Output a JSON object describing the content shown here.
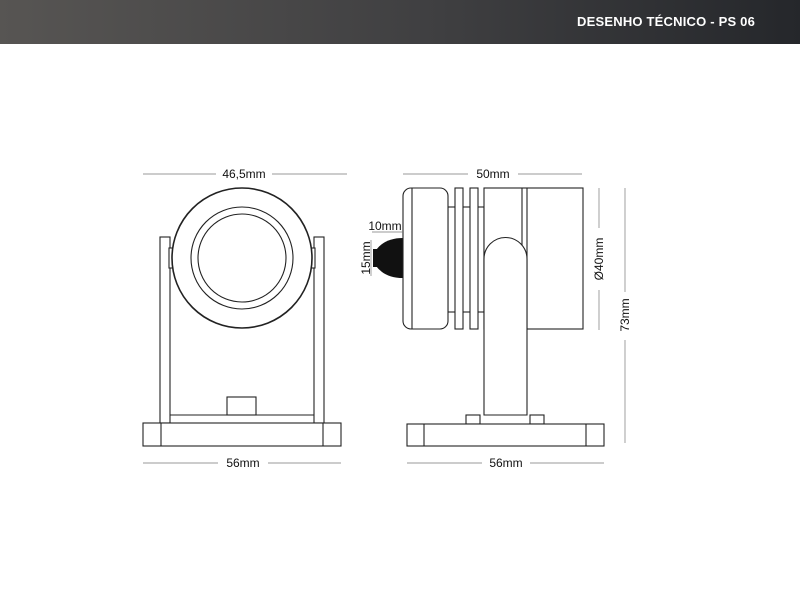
{
  "header": {
    "title": "DESENHO TÉCNICO - PS 06"
  },
  "front_view": {
    "width_top": "46,5mm",
    "width_base": "56mm"
  },
  "side_view": {
    "length": "50mm",
    "knob_length": "10mm",
    "knob_height": "15mm",
    "diameter": "Ø40mm",
    "height": "73mm",
    "width_base": "56mm"
  }
}
